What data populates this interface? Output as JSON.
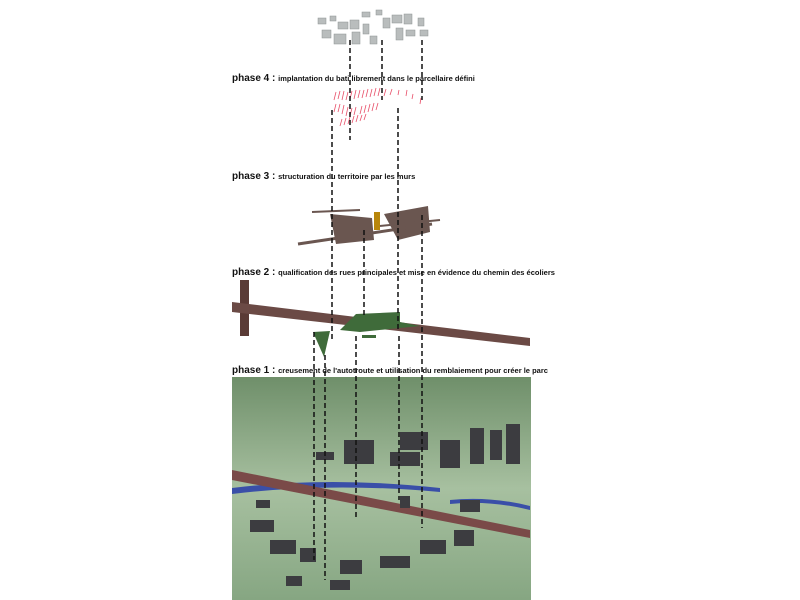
{
  "phases": [
    {
      "name": "phase 4",
      "separator": " : ",
      "text": "implantation du bati librement dans le parcellaire défini"
    },
    {
      "name": "phase 3",
      "separator": " : ",
      "text": "structuration du territoire par les murs"
    },
    {
      "name": "phase 2",
      "separator": " : ",
      "text": "qualification des rues principales et mise en évidence du chemin des écoliers"
    },
    {
      "name": "phase 1",
      "separator": " : ",
      "text": "creusement de l'autotroute et utilisation du remblaiement pour créer le parc"
    }
  ],
  "colors": {
    "buildings_3d": "#b9bdbd",
    "parcel_lines": "#e8506a",
    "walls": "#6a5650",
    "wall_accent": "#b8860b",
    "streets": "#6b4a45",
    "park": "#3f6b3a",
    "terrain": "#8daa88",
    "river": "#3a4fa8",
    "dashes": "#111111"
  }
}
